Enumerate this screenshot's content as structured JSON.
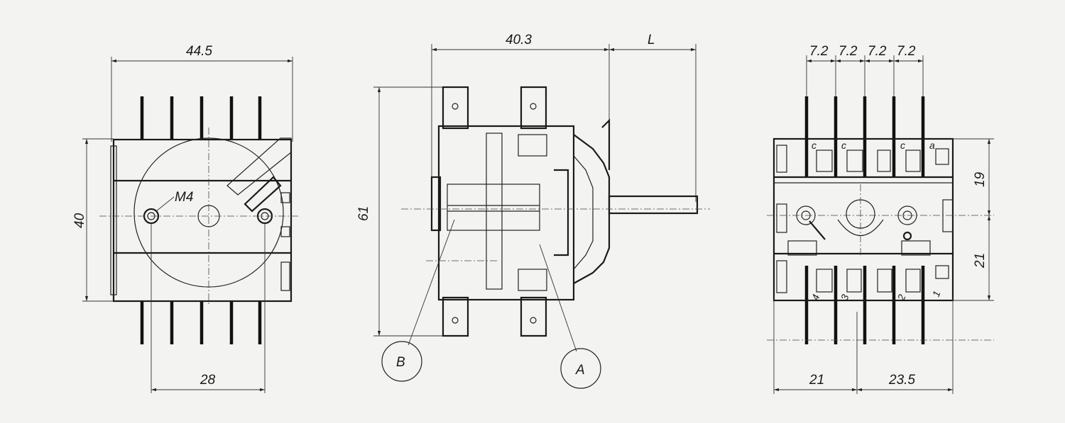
{
  "views": {
    "front": {
      "width_dim": "44.5",
      "height_dim": "40",
      "hole_spacing_dim": "28",
      "screw_label": "M4"
    },
    "side": {
      "depth_dim": "40.3",
      "shaft_dim": "L",
      "height_dim": "61",
      "callout_b": "B",
      "callout_a": "A"
    },
    "rear": {
      "pitch_dims": [
        "7.2",
        "7.2",
        "7.2",
        "7.2"
      ],
      "upper_dim": "19",
      "lower_dim": "21",
      "left_dim": "21",
      "right_dim": "23.5",
      "terminal_labels_top": [
        "c",
        "c",
        "c",
        "a"
      ],
      "terminal_labels_bottom": [
        "4",
        "3",
        "2",
        "1"
      ]
    }
  },
  "colors": {
    "line": "#1a1a1a",
    "paper": "#f3f3f1"
  }
}
